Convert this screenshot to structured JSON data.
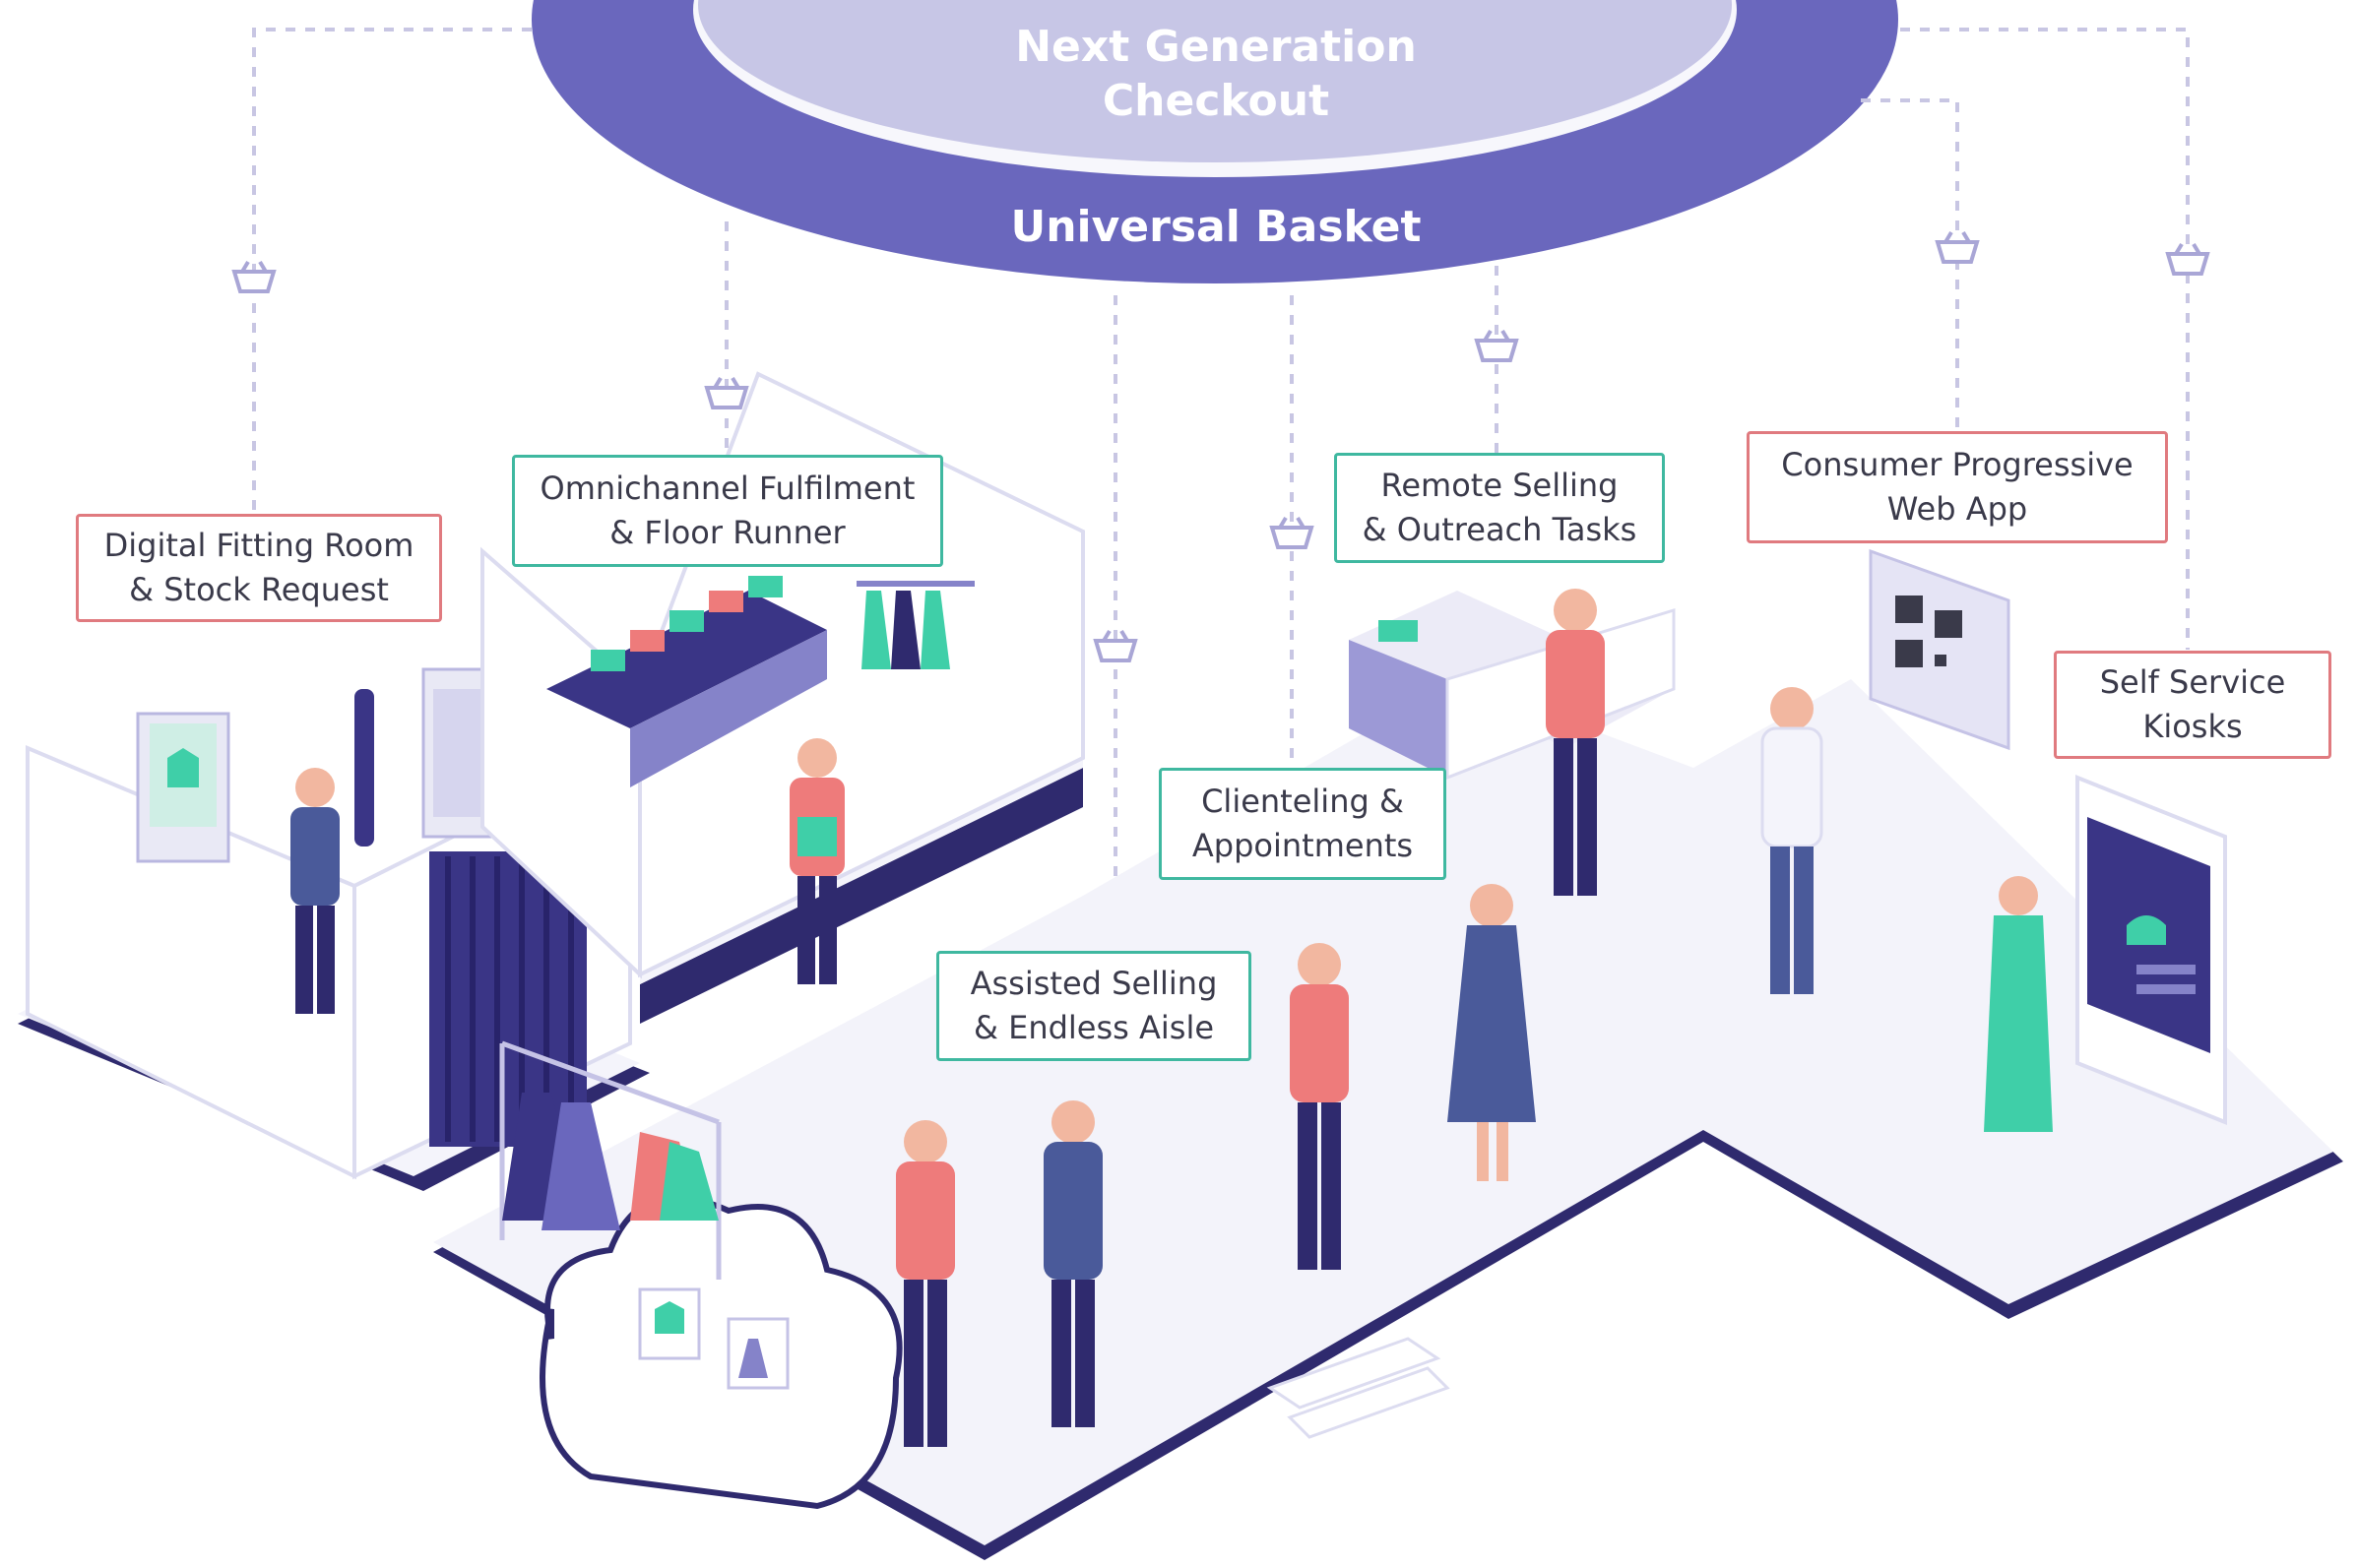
{
  "hub": {
    "checkout_line1": "Next Generation",
    "checkout_line2": "Checkout",
    "basket": "Universal Basket"
  },
  "labels": {
    "fitting_room_line1": "Digital Fitting Room",
    "fitting_room_line2": "& Stock Request",
    "omnichannel_line1": "Omnichannel Fulfilment",
    "omnichannel_line2": "& Floor Runner",
    "remote_line1": "Remote Selling",
    "remote_line2": "& Outreach Tasks",
    "pwa_line1": "Consumer Progressive",
    "pwa_line2": "Web App",
    "kiosk_line1": "Self Service",
    "kiosk_line2": "Kiosks",
    "clienteling_line1": "Clienteling &",
    "clienteling_line2": "Appointments",
    "assisted_line1": "Assisted Selling",
    "assisted_line2": "& Endless Aisle"
  },
  "colors": {
    "hub_outer": "#6a67bd",
    "hub_inner": "#c7c6e6",
    "floor": "#f3f3fa",
    "floor_edge": "#2f2a6e",
    "label_red": "#e07a7f",
    "label_teal": "#3fb8a0",
    "accent_teal": "#3fcfa8",
    "accent_coral": "#ee7b7b",
    "connector": "#c8c6e3"
  }
}
